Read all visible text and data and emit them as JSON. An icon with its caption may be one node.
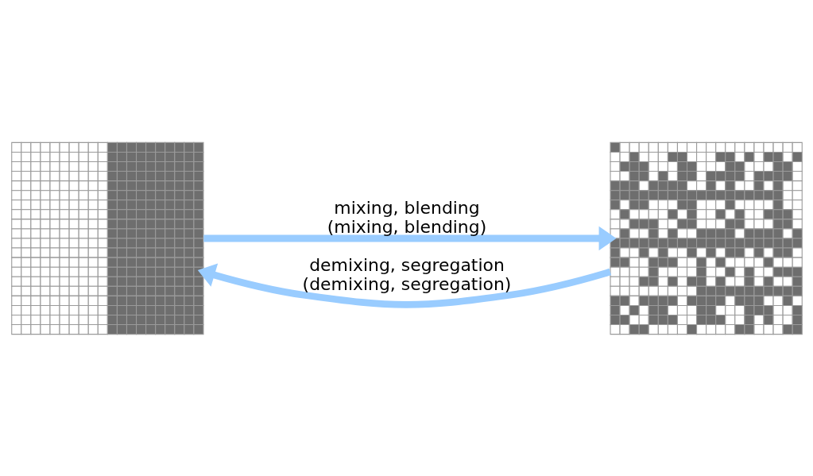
{
  "diagram": {
    "nodes": [
      {
        "text": [],
        "shape": "picture"
      },
      {
        "text": [],
        "shape": "picture"
      }
    ],
    "edges": [
      {
        "from": 0,
        "to": 1,
        "arrow": "to",
        "label": "mixing, blending (mixing, blending)"
      },
      {
        "from": 1,
        "to": 0,
        "arrow": "to",
        "label": "demixing, segregation (demixing, segregation)"
      }
    ]
  }
}
